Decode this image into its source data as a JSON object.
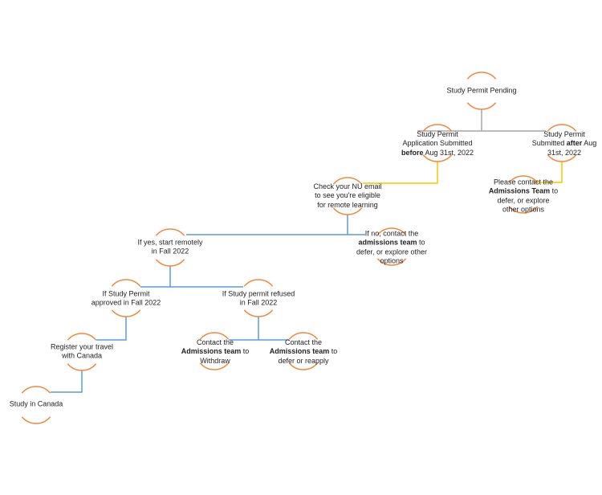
{
  "colors": {
    "arc": "#F0883E",
    "gray_line": "#A6A6A6",
    "yellow_line": "#FFC000",
    "blue_line": "#5B9BD5"
  },
  "nodes": {
    "pending": {
      "lines": [
        "Study Permit Pending"
      ]
    },
    "before": {
      "l1": "Study Permit",
      "l2": "Application Submitted",
      "l3_bold": "before",
      "l3_rest": " Aug 31st, 2022"
    },
    "after": {
      "l1": "Study Permit",
      "l2_pre": "Submitted ",
      "l2_bold": "after",
      "l2_post": " Aug",
      "l3": "31st, 2022"
    },
    "check_email": {
      "l1": "Check your NU email",
      "l2": "to see you're eligible",
      "l3": "for remote learning"
    },
    "after_contact": {
      "l1": "Please contact the",
      "l2_bold": "Admissions Team",
      "l2_rest": " to",
      "l3": "defer, or explore",
      "l4": "other options"
    },
    "if_yes": {
      "l1": "If yes, start remotely",
      "l2": "in Fall 2022"
    },
    "if_no": {
      "l1": "If no, contact the",
      "l2_bold": "admissions team",
      "l2_rest": " to",
      "l3": "defer, or explore other",
      "l4": "options"
    },
    "approved": {
      "l1": "If Study Permit",
      "l2": "approved in Fall 2022"
    },
    "refused": {
      "l1": "If Study permit refused",
      "l2": "in Fall 2022"
    },
    "register": {
      "l1": "Register your travel",
      "l2": "with Canada"
    },
    "withdraw": {
      "l1": "Contact the",
      "l2_bold": "Admissions team",
      "l2_rest": " to",
      "l3": "Withdraw"
    },
    "reapply": {
      "l1": "Contact the",
      "l2_bold": "Admissions team",
      "l2_rest": " to",
      "l3": "defer or reapply"
    },
    "study_canada": {
      "l1": "Study in Canada"
    }
  }
}
